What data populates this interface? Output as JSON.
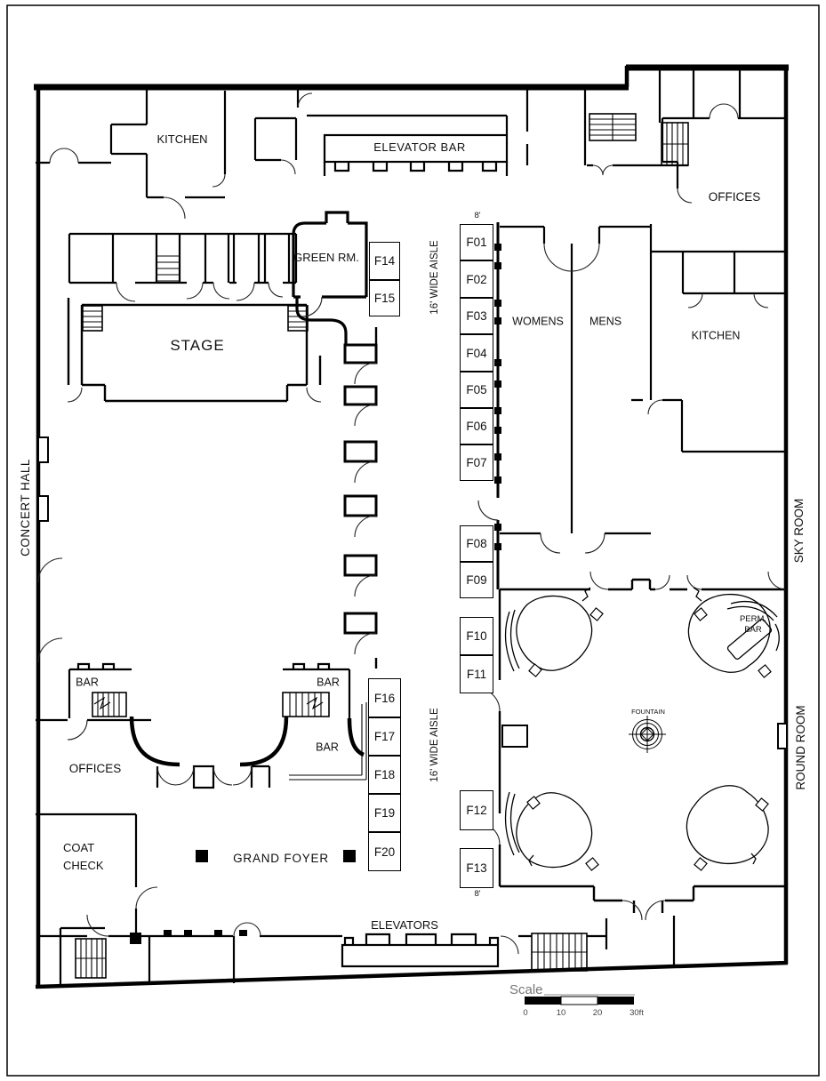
{
  "rooms": {
    "kitchen_nw": "KITCHEN",
    "elevator_bar": "ELEVATOR BAR",
    "offices_ne": "OFFICES",
    "green_room": "GREEN RM.",
    "stage": "STAGE",
    "concert_hall": "CONCERT HALL",
    "womens": "WOMENS",
    "mens": "MENS",
    "kitchen_e": "KITCHEN",
    "sky_room": "SKY ROOM",
    "round_room": "ROUND ROOM",
    "perm_bar_line1": "PERM.",
    "perm_bar_line2": "BAR",
    "fountain": "FOUNTAIN",
    "bar_nw": "BAR",
    "bar_ne": "BAR",
    "bar_foyer": "BAR",
    "offices_sw": "OFFICES",
    "coat_check_line1": "COAT",
    "coat_check_line2": "CHECK",
    "grand_foyer": "GRAND FOYER",
    "elevators": "ELEVATORS"
  },
  "aisles": {
    "top": "16' WIDE AISLE",
    "bottom": "16' WIDE AISLE",
    "booth_depth_top": "8'",
    "booth_depth_bottom": "8'"
  },
  "booths": [
    "F01",
    "F02",
    "F03",
    "F04",
    "F05",
    "F06",
    "F07",
    "F08",
    "F09",
    "F10",
    "F11",
    "F12",
    "F13",
    "F14",
    "F15",
    "F16",
    "F17",
    "F18",
    "F19",
    "F20"
  ],
  "scale": {
    "label": "Scale",
    "ticks": [
      "0",
      "10",
      "20",
      "30ft"
    ]
  }
}
